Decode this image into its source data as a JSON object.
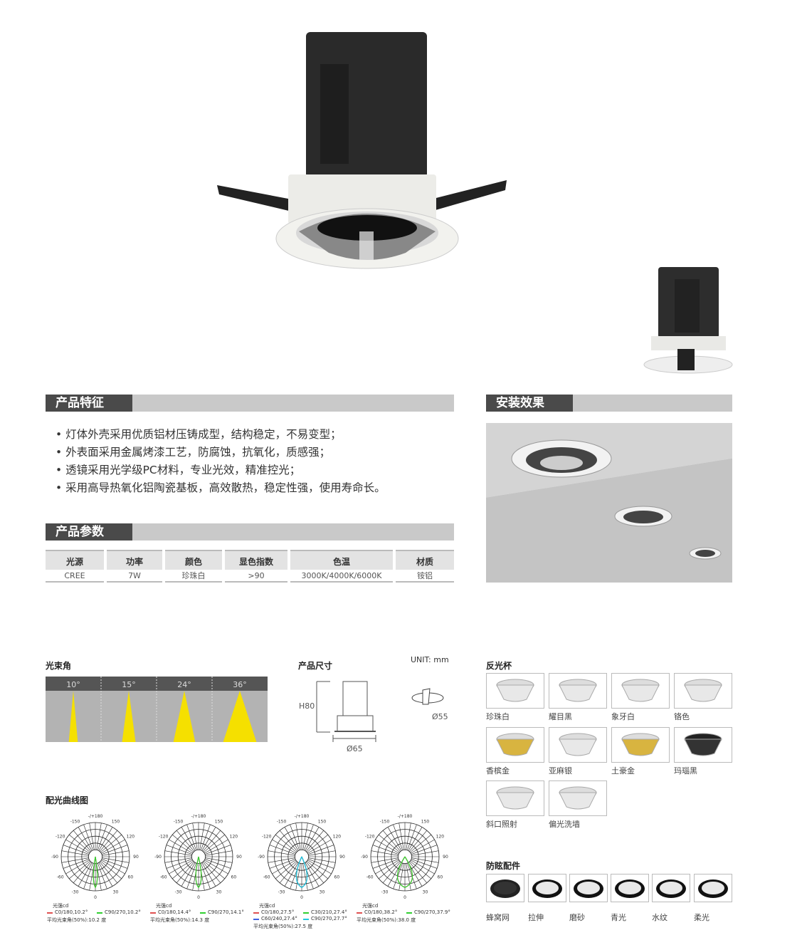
{
  "features": {
    "title": "产品特征",
    "items": [
      "灯体外壳采用优质铝材压铸成型，结构稳定，不易变型；",
      "外表面采用金属烤漆工艺，防腐蚀，抗氧化，质感强；",
      "透镜采用光学级PC材料，专业光效，精准控光；",
      "采用高导热氧化铝陶瓷基板，高效散热，稳定性强，使用寿命长。"
    ]
  },
  "install": {
    "title": "安装效果"
  },
  "params": {
    "title": "产品参数",
    "headers": [
      "光源",
      "功率",
      "颜色",
      "显色指数",
      "色温",
      "材质"
    ],
    "values": [
      "CREE",
      "7W",
      "珍珠白",
      ">90",
      "3000K/4000K/6000K",
      "铵铝"
    ]
  },
  "beam": {
    "title": "光束角",
    "angles": [
      "10°",
      "15°",
      "24°",
      "36°"
    ],
    "color": "#f5e000"
  },
  "size": {
    "title": "产品尺寸",
    "unit": "UNIT: mm",
    "height": "H80",
    "diameter": "Ø65",
    "cutout": "Ø55"
  },
  "reflectors": {
    "title": "反光杯",
    "items": [
      "珍珠白",
      "耀目黑",
      "象牙白",
      "铬色",
      "香槟金",
      "亚麻银",
      "土豪金",
      "玛瑙黑",
      "斜口照射",
      "偏光洗墙"
    ]
  },
  "curves": {
    "title": "配光曲线图",
    "angle_labels": [
      "-/+180",
      "-150",
      "150",
      "-120",
      "120",
      "-90",
      "90",
      "-60",
      "60",
      "-30",
      "30",
      "0"
    ],
    "charts": [
      {
        "legend_title": "光强cd",
        "legend": [
          "C0/180,10.2°",
          "C90/270,10.2°"
        ],
        "colors": [
          "#e05050",
          "#30d030"
        ],
        "footer": "平均光束角(50%):10.2 度",
        "beam": 10.2
      },
      {
        "legend_title": "光强cd",
        "legend": [
          "C0/180,14.4°",
          "C90/270,14.1°"
        ],
        "colors": [
          "#e05050",
          "#30d030"
        ],
        "footer": "平均光束角(50%):14.3 度",
        "beam": 14.3
      },
      {
        "legend_title": "光强cd",
        "legend": [
          "C0/180,27.5°",
          "C30/210,27.4°",
          "C60/240,27.4°",
          "C90/270,27.7°"
        ],
        "colors": [
          "#e05050",
          "#30d030",
          "#4060e0",
          "#20c8e0"
        ],
        "footer": "平均光束角(50%):27.5 度",
        "beam": 27.5
      },
      {
        "legend_title": "光强cd",
        "legend": [
          "C0/180,38.2°",
          "C90/270,37.9°"
        ],
        "colors": [
          "#e05050",
          "#30d030"
        ],
        "footer": "平均光束角(50%):38.0 度",
        "beam": 38.0
      }
    ]
  },
  "antiglare": {
    "title": "防眩配件",
    "items": [
      "蜂窝网",
      "拉伸",
      "磨砂",
      "青光",
      "水纹",
      "柔光"
    ]
  }
}
